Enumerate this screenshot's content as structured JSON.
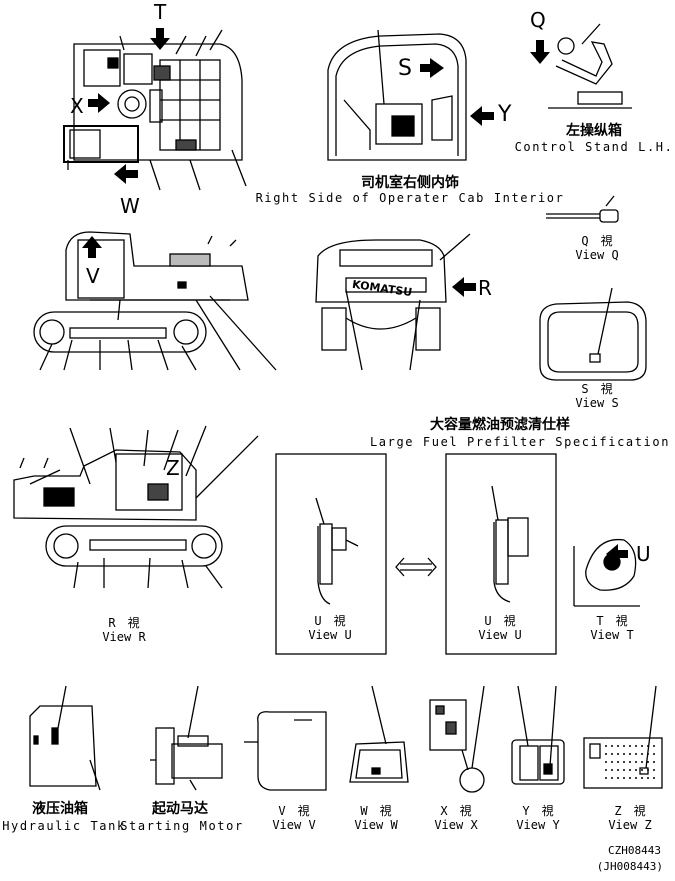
{
  "views": {
    "cab_interior": {
      "zh": "司机室右侧内饰",
      "en": "Right Side of Operater Cab Interior"
    },
    "control_stand": {
      "zh": "左操纵箱",
      "en": "Control Stand L.H."
    },
    "fuel_prefilter": {
      "zh": "大容量燃油预滤清仕样",
      "en": "Large Fuel Prefilter Specification"
    },
    "hydraulic_tank": {
      "zh": "液压油箱",
      "en": "Hydraulic Tank"
    },
    "starting_motor": {
      "zh": "起动马达",
      "en": "Starting Motor"
    }
  },
  "view_labels": {
    "q": {
      "zh": "Q　視",
      "en": "View Q"
    },
    "s": {
      "zh": "S　視",
      "en": "View S"
    },
    "r": {
      "zh": "R　視",
      "en": "View R"
    },
    "u1": {
      "zh": "U　視",
      "en": "View U"
    },
    "u2": {
      "zh": "U　視",
      "en": "View U"
    },
    "t": {
      "zh": "T　視",
      "en": "View T"
    },
    "v": {
      "zh": "V　視",
      "en": "View V"
    },
    "w": {
      "zh": "W　視",
      "en": "View W"
    },
    "x": {
      "zh": "X　視",
      "en": "View X"
    },
    "y": {
      "zh": "Y　視",
      "en": "View Y"
    },
    "z": {
      "zh": "Z　視",
      "en": "View Z"
    }
  },
  "arrow_letters": {
    "t": "T",
    "x": "X",
    "w": "W",
    "s": "S",
    "y": "Y",
    "q": "Q",
    "v": "V",
    "r": "R",
    "z": "Z",
    "u": "U"
  },
  "brand": "KOMATSU",
  "drawing_numbers": {
    "main": "CZH08443",
    "sub": "(JH008443)"
  }
}
